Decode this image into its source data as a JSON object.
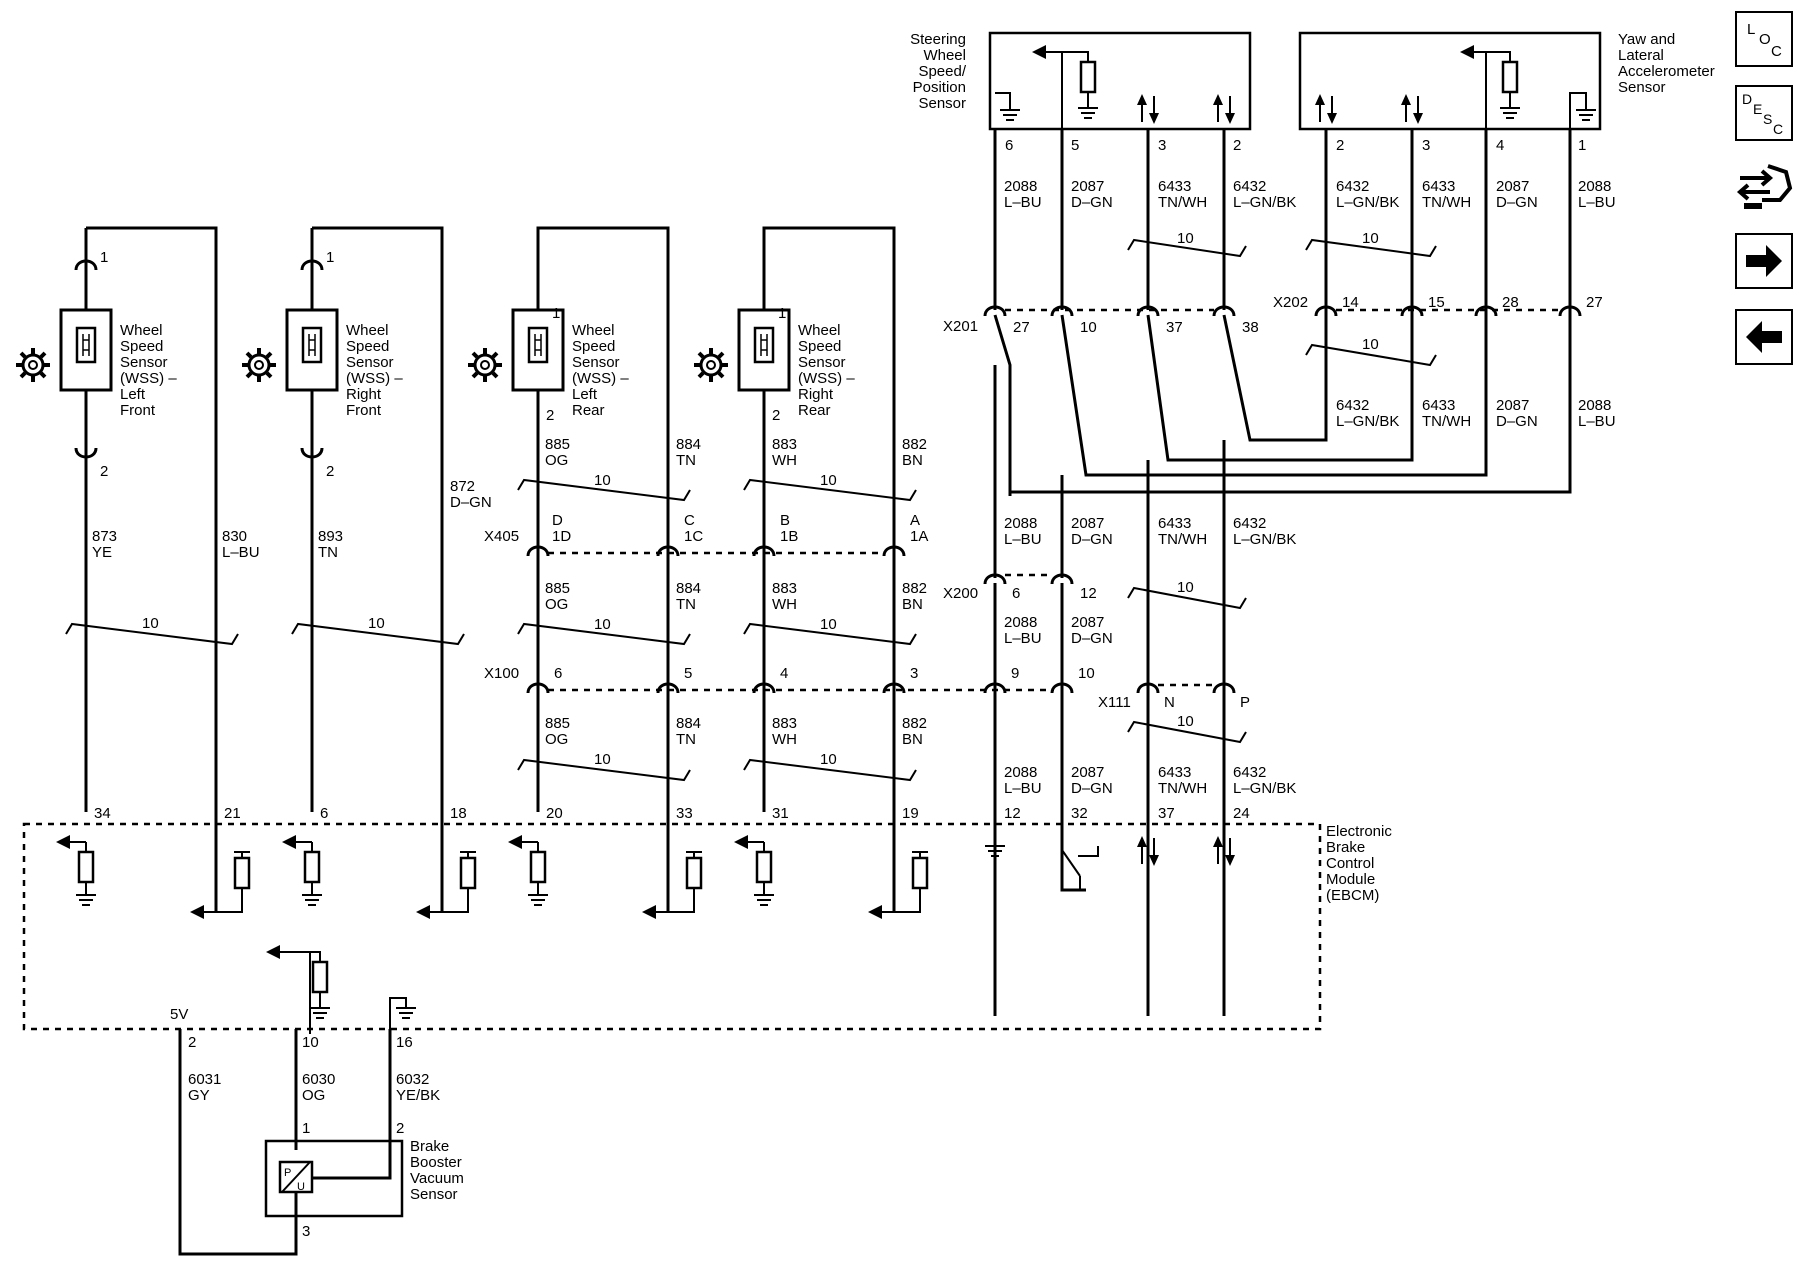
{
  "components": {
    "wss_lf": [
      "Wheel",
      "Speed",
      "Sensor",
      "(WSS) –",
      "Left",
      "Front"
    ],
    "wss_rf": [
      "Wheel",
      "Speed",
      "Sensor",
      "(WSS) –",
      "Right",
      "Front"
    ],
    "wss_lr": [
      "Wheel",
      "Speed",
      "Sensor",
      "(WSS) –",
      "Left",
      "Rear"
    ],
    "wss_rr": [
      "Wheel",
      "Speed",
      "Sensor",
      "(WSS) –",
      "Right",
      "Rear"
    ],
    "steering": [
      "Steering",
      "Wheel",
      "Speed/",
      "Position",
      "Sensor"
    ],
    "yaw": [
      "Yaw and",
      "Lateral",
      "Accelerometer",
      "Sensor"
    ],
    "ebcm": [
      "Electronic",
      "Brake",
      "Control",
      "Module",
      "(EBCM)"
    ],
    "booster": [
      "Brake",
      "Booster",
      "Vacuum",
      "Sensor"
    ]
  },
  "connectors": {
    "x201": "X201",
    "x202": "X202",
    "x405": "X405",
    "x200": "X200",
    "x100": "X100",
    "x111": "X111"
  },
  "pins": {
    "wss_lf_1": "1",
    "wss_lf_2": "2",
    "wss_rf_1": "1",
    "wss_rf_2": "2",
    "wss_lr_1": "1",
    "wss_lr_2": "2",
    "wss_rr_1": "1",
    "wss_rr_2": "2",
    "st_6": "6",
    "st_5": "5",
    "st_3": "3",
    "st_2": "2",
    "yaw_2": "2",
    "yaw_3": "3",
    "yaw_4": "4",
    "yaw_1": "1",
    "x201_27": "27",
    "x201_10": "10",
    "x201_37": "37",
    "x201_38": "38",
    "x202_14": "14",
    "x202_15": "15",
    "x202_28": "28",
    "x202_27": "27",
    "x405_d": "D",
    "x405_1d": "1D",
    "x405_c": "C",
    "x405_1c": "1C",
    "x405_b": "B",
    "x405_1b": "1B",
    "x405_a": "A",
    "x405_1a": "1A",
    "x200_6": "6",
    "x200_12": "12",
    "x100_6": "6",
    "x100_5": "5",
    "x100_4": "4",
    "x100_3": "3",
    "x100_9": "9",
    "x100_10": "10",
    "x111_n": "N",
    "x111_p": "P",
    "ebcm_34": "34",
    "ebcm_21": "21",
    "ebcm_6": "6",
    "ebcm_18": "18",
    "ebcm_20": "20",
    "ebcm_33": "33",
    "ebcm_31": "31",
    "ebcm_19": "19",
    "ebcm_12": "12",
    "ebcm_32": "32",
    "ebcm_37": "37",
    "ebcm_24": "24",
    "ebcm_2": "2",
    "ebcm_10": "10",
    "ebcm_16": "16",
    "bb_1": "1",
    "bb_2": "2",
    "bb_3": "3"
  },
  "ebcm_5v": "5V",
  "circuits": {
    "c873": [
      "873",
      "YE"
    ],
    "c830": [
      "830",
      "L–BU"
    ],
    "c893": [
      "893",
      "TN"
    ],
    "c872": [
      "872",
      "D–GN"
    ],
    "c885": [
      "885",
      "OG"
    ],
    "c884": [
      "884",
      "TN"
    ],
    "c883": [
      "883",
      "WH"
    ],
    "c882": [
      "882",
      "BN"
    ],
    "c2088": [
      "2088",
      "L–BU"
    ],
    "c2087": [
      "2087",
      "D–GN"
    ],
    "c6433": [
      "6433",
      "TN/WH"
    ],
    "c6432": [
      "6432",
      "L–GN/BK"
    ],
    "c6432y": [
      "6432",
      "L–GN/BK"
    ],
    "c6433y": [
      "6433",
      "TN/WH"
    ],
    "c6031": [
      "6031",
      "GY"
    ],
    "c6030": [
      "6030",
      "OG"
    ],
    "c6032": [
      "6032",
      "YE/BK"
    ]
  },
  "twist_label": "10",
  "nav_buttons": [
    "LOC",
    "DESC",
    "connector-symbol",
    "next",
    "previous"
  ]
}
